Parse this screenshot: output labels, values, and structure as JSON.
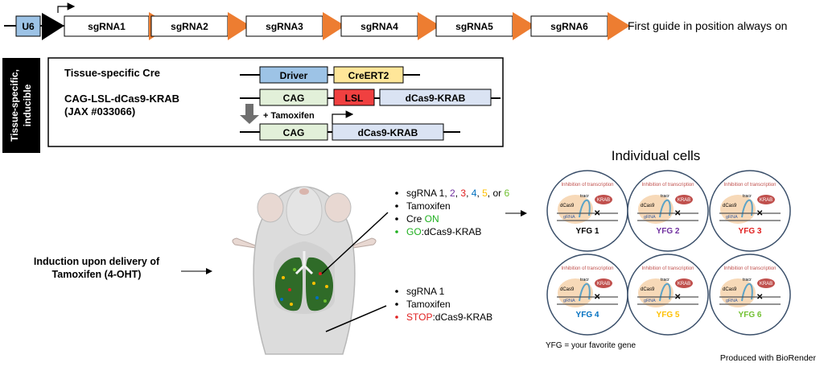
{
  "construct": {
    "promoter": "U6",
    "guides": [
      "sgRNA1",
      "sgRNA2",
      "sgRNA3",
      "sgRNA4",
      "sgRNA5",
      "sgRNA6"
    ],
    "note": "First guide in position always on"
  },
  "side_label": [
    "Tissue-specific,",
    "inducible"
  ],
  "box": {
    "cre_label": "Tissue-specific Cre",
    "model_label": "CAG-LSL-dCas9-KRAB",
    "jax_label": "(JAX #033066)",
    "driver": "Driver",
    "creert2": "CreERT2",
    "cag": "CAG",
    "lsl": "LSL",
    "dcas9_krab": "dCas9-KRAB",
    "tamoxifen": "+ Tamoxifen"
  },
  "induction": {
    "line1": "Induction upon delivery of",
    "line2": "Tamoxifen (4-OHT)"
  },
  "bullets_top": {
    "b1_prefix": "sgRNA 1, ",
    "b1_n2": "2",
    "b1_sep1": ", ",
    "b1_n3": "3",
    "b1_sep2": ", ",
    "b1_n4": "4",
    "b1_sep3": ", ",
    "b1_n5": "5",
    "b1_sep4": ", or ",
    "b1_n6": "6",
    "b2": "Tamoxifen",
    "b3_prefix": "Cre ",
    "b3_on": "ON",
    "b4_go": "GO",
    "b4_rest": ":dCas9-KRAB"
  },
  "bullets_bottom": {
    "b1": "sgRNA 1",
    "b2": "Tamoxifen",
    "b3_stop": "STOP",
    "b3_rest": ":dCas9-KRAB"
  },
  "cells": {
    "title": "Individual cells",
    "inhibition": "Inhibition of transcription",
    "krab": "KRAB",
    "dcas9": "dCas9",
    "tracr": "tracr",
    "grna": "gRNA",
    "genes": [
      "YFG 1",
      "YFG 2",
      "YFG 3",
      "YFG 4",
      "YFG 5",
      "YFG 6"
    ],
    "gene_colors": [
      "#000000",
      "#7030a0",
      "#e02020",
      "#0070c0",
      "#ffc000",
      "#70c030"
    ],
    "legend": "YFG = your favorite gene"
  },
  "footer": "Produced with BioRender",
  "colors": {
    "arrow_orange": "#ed7d31",
    "u6_blue": "#9dc3e6",
    "driver_blue": "#9dc3e6",
    "creert2_yellow": "#ffe699",
    "cag_green": "#e2f0d9",
    "lsl_red": "#f04040",
    "dcas9_lavender": "#dae3f3",
    "lung_green": "#2f6b28"
  }
}
